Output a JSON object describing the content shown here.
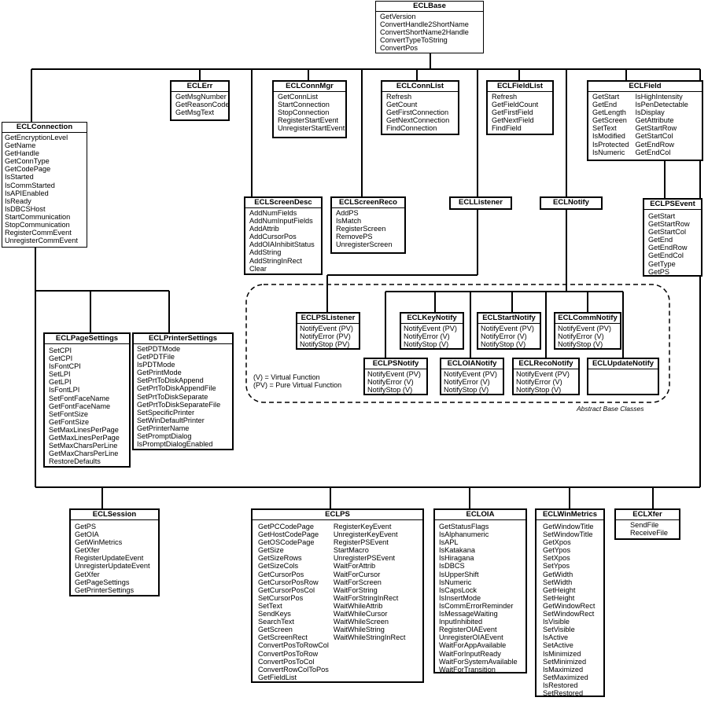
{
  "classes": [
    {
      "id": "ECLBase",
      "title": "ECLBase",
      "methods": [
        "GetVersion",
        "ConvertHandle2ShortName",
        "ConvertShortName2Handle",
        "ConvertTypeToString",
        "ConvertPos"
      ]
    },
    {
      "id": "ECLErr",
      "title": "ECLErr",
      "methods": [
        "GetMsgNumber",
        "GetReasonCode",
        "GetMsgText"
      ]
    },
    {
      "id": "ECLConnMgr",
      "title": "ECLConnMgr",
      "methods": [
        "GetConnList",
        "StartConnection",
        "StopConnection",
        "RegisterStartEvent",
        "UnregisterStartEvent"
      ]
    },
    {
      "id": "ECLConnList",
      "title": "ECLConnList",
      "methods": [
        "Refresh",
        "GetCount",
        "GetFirstConnection",
        "GetNextConnection",
        "FindConnection"
      ]
    },
    {
      "id": "ECLFieldList",
      "title": "ECLFieldList",
      "methods": [
        "Refresh",
        "GetFieldCount",
        "GetFirstField",
        "GetNextField",
        "FindField"
      ]
    },
    {
      "id": "ECLField",
      "title": "ECLField",
      "columns": [
        [
          "GetStart",
          "GetEnd",
          "GetLength",
          "GetScreen",
          "SetText",
          "IsModified",
          "IsProtected",
          "IsNumeric"
        ],
        [
          "IsHighIntensity",
          "IsPenDetectable",
          "IsDisplay",
          "GetAttribute",
          "GetStartRow",
          "GetStartCol",
          "GetEndRow",
          "GetEndCol"
        ]
      ]
    },
    {
      "id": "ECLConnection",
      "title": "ECLConnection",
      "methods": [
        "GetEncryptionLevel",
        "GetName",
        "GetHandle",
        "GetConnType",
        "GetCodePage",
        "IsStarted",
        "IsCommStarted",
        "IsAPIEnabled",
        "IsReady",
        "IsDBCSHost",
        "StartCommunication",
        "StopCommunication",
        "RegisterCommEvent",
        "UnregisterCommEvent"
      ]
    },
    {
      "id": "ECLScreenDesc",
      "title": "ECLScreenDesc",
      "methods": [
        "AddNumFields",
        "AddNumInputFields",
        "AddAttrib",
        "AddCursorPos",
        "AddOIAInhibitStatus",
        "AddString",
        "AddStringInRect",
        "Clear"
      ]
    },
    {
      "id": "ECLScreenReco",
      "title": "ECLScreenReco",
      "methods": [
        "AddPS",
        "IsMatch",
        "RegisterScreen",
        "RemovePS",
        "UnregisterScreen"
      ]
    },
    {
      "id": "ECLListener",
      "title": "ECLListener",
      "methods": []
    },
    {
      "id": "ECLNotify",
      "title": "ECLNotify",
      "methods": []
    },
    {
      "id": "ECLPSEvent",
      "title": "ECLPSEvent",
      "methods": [
        "GetStart",
        "GetStartRow",
        "GetStartCol",
        "GetEnd",
        "GetEndRow",
        "GetEndCol",
        "GetType",
        "GetPS"
      ]
    },
    {
      "id": "ECLPSListener",
      "title": "ECLPSListener",
      "methods": [
        "NotifyEvent (PV)",
        "NotifyError (PV)",
        "NotifyStop (PV)"
      ]
    },
    {
      "id": "ECLKeyNotify",
      "title": "ECLKeyNotify",
      "methods": [
        "NotifyEvent (PV)",
        "NotifyError (V)",
        "NotifyStop (V)"
      ]
    },
    {
      "id": "ECLStartNotify",
      "title": "ECLStartNotify",
      "methods": [
        "NotifyEvent (PV)",
        "NotifyError (V)",
        "NotifyStop (V)"
      ]
    },
    {
      "id": "ECLCommNotify",
      "title": "ECLCommNotify",
      "methods": [
        "NotifyEvent (PV)",
        "NotifyError (V)",
        "NotifyStop (V)"
      ]
    },
    {
      "id": "ECLPSNotify",
      "title": "ECLPSNotify",
      "methods": [
        "NotifyEvent (PV)",
        "NotifyError (V)",
        "NotifyStop (V)"
      ]
    },
    {
      "id": "ECLOIANotify",
      "title": "ECLOIANotify",
      "methods": [
        "NotifyEvent (PV)",
        "NotifyError (V)",
        "NotifyStop (V)"
      ]
    },
    {
      "id": "ECLRecoNotify",
      "title": "ECLRecoNotify",
      "methods": [
        "NotifyEvent (PV)",
        "NotifyError (V)",
        "NotifyStop (V)"
      ]
    },
    {
      "id": "ECLUpdateNotify",
      "title": "ECLUpdateNotify",
      "methods": []
    },
    {
      "id": "ECLPageSettings",
      "title": "ECLPageSettings",
      "methods": [
        "SetCPI",
        "GetCPI",
        "IsFontCPI",
        "SetLPI",
        "GetLPI",
        "IsFontLPI",
        "SetFontFaceName",
        "GetFontFaceName",
        "SetFontSize",
        "GetFontSize",
        "SetMaxLinesPerPage",
        "GetMaxLinesPerPage",
        "SetMaxCharsPerLine",
        "GetMaxCharsPerLine",
        "RestoreDefaults"
      ]
    },
    {
      "id": "ECLPrinterSettings",
      "title": "ECLPrinterSettings",
      "methods": [
        "SetPDTMode",
        "GetPDTFile",
        "IsPDTMode",
        "GetPrintMode",
        "SetPrtToDiskAppend",
        "GetPrtToDiskAppendFile",
        "SetPrtToDiskSeparate",
        "GetPrtToDiskSeparateFile",
        "SetSpecificPrinter",
        "SetWinDefaultPrinter",
        "GetPrinterName",
        "SetPromptDialog",
        "IsPromptDialogEnabled"
      ]
    },
    {
      "id": "ECLSession",
      "title": "ECLSession",
      "methods": [
        "GetPS",
        "GetOIA",
        "GetWinMetrics",
        "GetXfer",
        "RegisterUpdateEvent",
        "UnregisterUpdateEvent",
        "GetXfer",
        "GetPageSettings",
        "GetPrinterSettings"
      ]
    },
    {
      "id": "ECLPS",
      "title": "ECLPS",
      "columns": [
        [
          "GetPCCodePage",
          "GetHostCodePage",
          "GetOSCodePage",
          "GetSize",
          "GetSizeRows",
          "GetSizeCols",
          "GetCursorPos",
          "GetCursorPosRow",
          "GetCursorPosCol",
          "SetCursorPos",
          "SetText",
          "SendKeys",
          "SearchText",
          "GetScreen",
          "GetScreenRect",
          "ConvertPosToRowCol",
          "ConvertPosToRow",
          "ConvertPosToCol",
          "ConvertRowColToPos",
          "GetFieldList"
        ],
        [
          "RegisterKeyEvent",
          "UnregisterKeyEvent",
          "RegisterPSEvent",
          "StartMacro",
          "UnregisterPSEvent",
          "WaitForAttrib",
          "WaitForCursor",
          "WaitForScreen",
          "WaitForString",
          "WaitForStringInRect",
          "WaitWhileAttrib",
          "WaitWhileCursor",
          "WaitWhileScreen",
          "WaitWhileString",
          "WaitWhileStringInRect"
        ]
      ]
    },
    {
      "id": "ECLOIA",
      "title": "ECLOIA",
      "methods": [
        "GetStatusFlags",
        "IsAlphanumeric",
        "IsAPL",
        "IsKatakana",
        "IsHiragana",
        "IsDBCS",
        "IsUpperShift",
        "IsNumeric",
        "IsCapsLock",
        "IsInsertMode",
        "IsCommErrorReminder",
        "IsMessageWaiting",
        "InputInhibited",
        "RegisterOIAEvent",
        "UnregisterOIAEvent",
        "WaitForAppAvailable",
        "WaitForInputReady",
        "WaitForSystemAvailable",
        "WaitForTransition"
      ]
    },
    {
      "id": "ECLWinMetrics",
      "title": "ECLWinMetrics",
      "methods": [
        "GetWindowTitle",
        "SetWindowTitle",
        "GetXpos",
        "GetYpos",
        "SetXpos",
        "SetYpos",
        "GetWidth",
        "SetWidth",
        "GetHeight",
        "SetHeight",
        "GetWindowRect",
        "SetWindowRect",
        "IsVisible",
        "SetVisible",
        "IsActive",
        "SetActive",
        "IsMinimized",
        "SetMinimized",
        "IsMaximized",
        "SetMaximized",
        "IsRestored",
        "SetRestored"
      ]
    },
    {
      "id": "ECLXfer",
      "title": "ECLXfer",
      "methods": [
        "SendFile",
        "ReceiveFile"
      ]
    }
  ],
  "legend": {
    "virtual": "(V) = Virtual Function",
    "pure_virtual": "(PV) = Pure Virtual Function"
  },
  "caption": "Abstract Base Classes"
}
